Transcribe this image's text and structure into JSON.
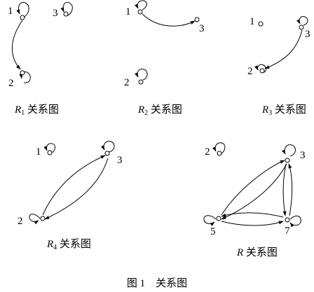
{
  "figure_caption": "图 1　关系图",
  "panels": [
    {
      "id": "R1",
      "caption_main": "R",
      "caption_sub": "1",
      "caption_text": " 关系图",
      "nodes": [
        {
          "id": "1",
          "label": "1"
        },
        {
          "id": "3",
          "label": "3"
        },
        {
          "id": "2",
          "label": "2"
        }
      ]
    },
    {
      "id": "R2",
      "caption_main": "R",
      "caption_sub": "2",
      "caption_text": " 关系图",
      "nodes": [
        {
          "id": "1",
          "label": "1"
        },
        {
          "id": "3",
          "label": "3"
        },
        {
          "id": "2",
          "label": "2"
        }
      ]
    },
    {
      "id": "R3",
      "caption_main": "R",
      "caption_sub": "3",
      "caption_text": " 关系图",
      "nodes": [
        {
          "id": "1",
          "label": "1"
        },
        {
          "id": "3",
          "label": "3"
        },
        {
          "id": "2",
          "label": "2"
        }
      ]
    },
    {
      "id": "R4",
      "caption_main": "R",
      "caption_sub": "4",
      "caption_text": " 关系图",
      "nodes": [
        {
          "id": "1",
          "label": "1"
        },
        {
          "id": "3",
          "label": "3"
        },
        {
          "id": "2",
          "label": "2"
        }
      ]
    },
    {
      "id": "R",
      "caption_main": "R",
      "caption_sub": "",
      "caption_text": " 关系图",
      "nodes": [
        {
          "id": "2",
          "label": "2"
        },
        {
          "id": "3",
          "label": "3"
        },
        {
          "id": "5",
          "label": "5"
        },
        {
          "id": "7",
          "label": "7"
        }
      ]
    }
  ]
}
